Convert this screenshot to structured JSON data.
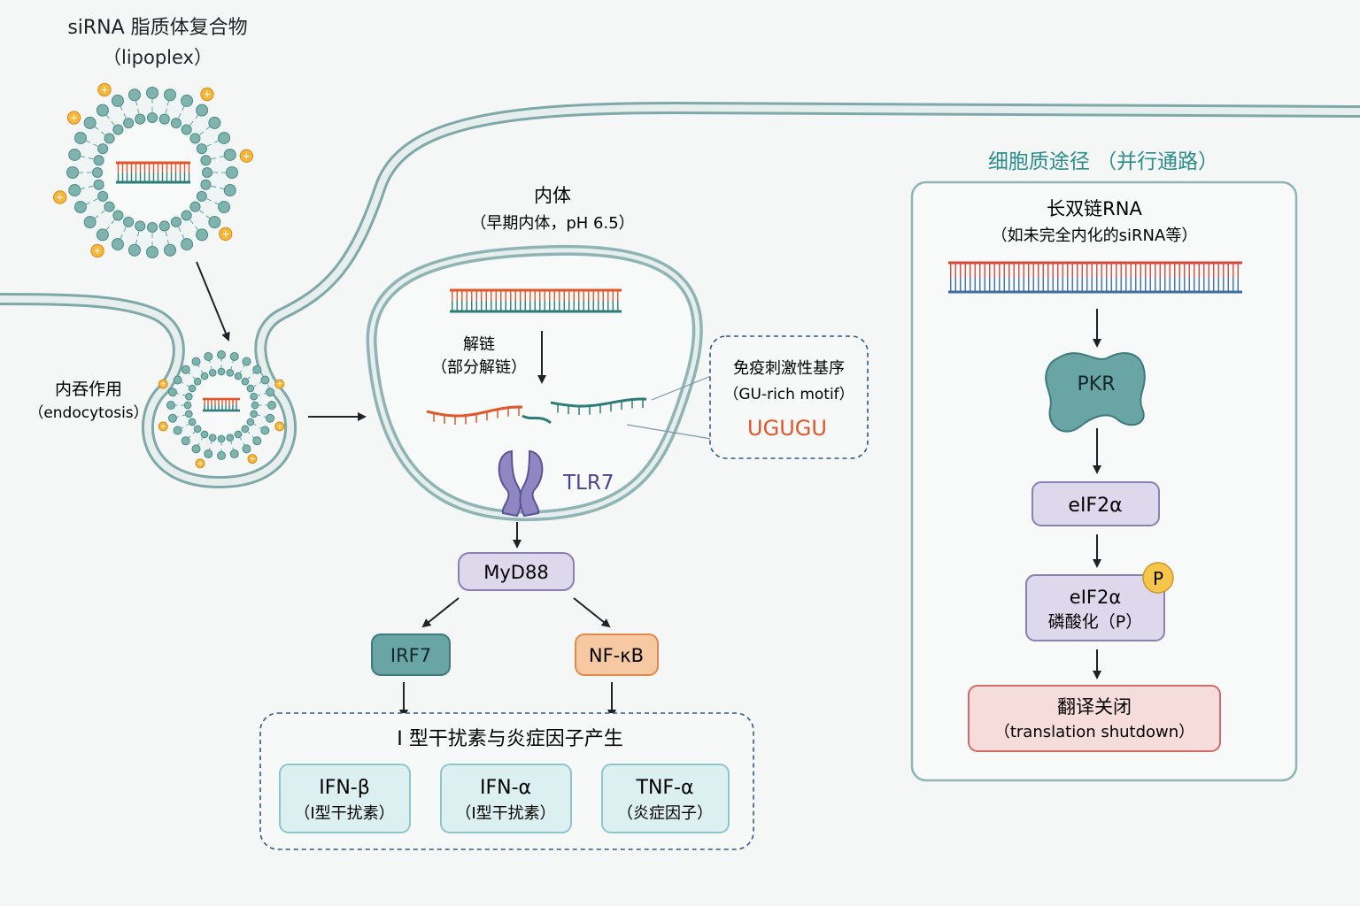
{
  "lipoplex": {
    "title": "siRNA 脂质体复合物",
    "subtitle": "（lipoplex）",
    "charge_symbol": "+"
  },
  "endocytosis": {
    "label": "内吞作用",
    "sublabel": "（endocytosis）"
  },
  "endosome": {
    "title": "内体",
    "subtitle": "（早期内体，pH 6.5）",
    "unwinding_label": "解链",
    "unwinding_sublabel": "（部分解链）"
  },
  "motif": {
    "title": "免疫刺激性基序",
    "subtitle": "（GU-rich motif）",
    "sequence": "UGUGU"
  },
  "tlr7": {
    "label": "TLR7"
  },
  "myd88": {
    "label": "MyD88"
  },
  "irf7": {
    "label": "IRF7"
  },
  "nfkb": {
    "label": "NF-κB"
  },
  "production": {
    "title": "I 型干扰素与炎症因子产生",
    "cards": [
      {
        "name": "IFN-β",
        "desc": "（I型干扰素）"
      },
      {
        "name": "IFN-α",
        "desc": "（I型干扰素）"
      },
      {
        "name": "TNF-α",
        "desc": "（炎症因子）"
      }
    ]
  },
  "cytoplasm": {
    "title": "细胞质途径 （并行通路）",
    "dsrna_title": "长双链RNA",
    "dsrna_subtitle": "（如未完全内化的siRNA等）",
    "pkr": "PKR",
    "eif2a": "eIF2α",
    "eif2a_p_line1": "eIF2α",
    "eif2a_p_line2": "磷酸化（P）",
    "phospho_badge": "P",
    "shutdown_line1": "翻译关闭",
    "shutdown_line2": "（translation shutdown）"
  },
  "colors": {
    "membrane": "#8fb4b4",
    "membrane_fill": "#e9f1f1",
    "strand_red": "#e0562b",
    "strand_teal": "#2c7c78",
    "strand_blue": "#3f6fa0",
    "teal_dark": "#2b8c8c",
    "purple_fill": "#ddd8ec",
    "purple_stroke": "#8a80b4",
    "irf7_fill": "#6aa5a6",
    "nfkb_fill": "#f7c9a2",
    "nfkb_stroke": "#e08a4e",
    "card_fill": "#dcf0f1",
    "card_stroke": "#8cc7cb",
    "dash": "#2f5b86",
    "badge": "#f5c64a",
    "shutdown_fill": "#f7dcdc",
    "shutdown_stroke": "#d46a6a",
    "motif_text": "#e0562b"
  }
}
